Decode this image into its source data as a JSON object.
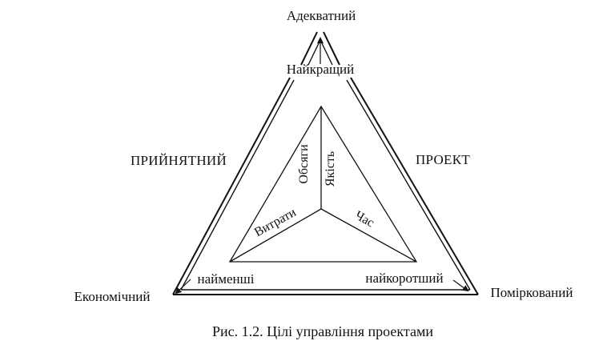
{
  "diagram": {
    "apex_top": "Адекватний",
    "top_inner": "Найкращий",
    "left_side": "ПРИЙНЯТНИЙ",
    "right_side": "ПРОЕКТ",
    "bottom_left": "Економічний",
    "bottom_right": "Поміркований",
    "inner_left_corner": "найменші",
    "inner_right_corner": "найкоротший",
    "sector_scope": "Обсяги",
    "sector_quality": "Якість",
    "sector_cost": "Витрати",
    "sector_time": "Час"
  },
  "caption": "Рис. 1.2. Цілі управління проектами",
  "colors": {
    "ink": "#111111",
    "background": "#ffffff"
  }
}
